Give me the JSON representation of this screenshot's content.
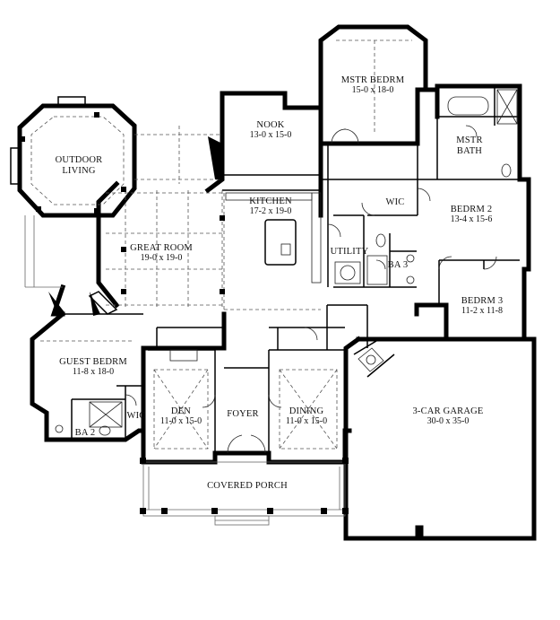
{
  "rooms": [
    {
      "id": "mstr-bedrm",
      "name": "MSTR BEDRM",
      "dims": "15-0 x 18-0"
    },
    {
      "id": "mstr-bath",
      "name_lines": [
        "MSTR",
        "BATH"
      ]
    },
    {
      "id": "nook",
      "name": "NOOK",
      "dims": "13-0 x 15-0"
    },
    {
      "id": "outdoor-living",
      "name_lines": [
        "OUTDOOR",
        "LIVING"
      ]
    },
    {
      "id": "kitchen",
      "name": "KITCHEN",
      "dims": "17-2 x 19-0"
    },
    {
      "id": "wic-master",
      "name": "WIC"
    },
    {
      "id": "bedrm-2",
      "name": "BEDRM 2",
      "dims": "13-4 x 15-6"
    },
    {
      "id": "great-room",
      "name": "GREAT ROOM",
      "dims": "19-0 x 19-0"
    },
    {
      "id": "utility",
      "name": "UTILITY"
    },
    {
      "id": "ba-3",
      "name": "BA 3"
    },
    {
      "id": "bedrm-3",
      "name": "BEDRM 3",
      "dims": "11-2 x 11-8"
    },
    {
      "id": "guest-bedrm",
      "name": "GUEST BEDRM",
      "dims": "11-8 x 18-0"
    },
    {
      "id": "garage",
      "name": "3-CAR GARAGE",
      "dims": "30-0 x 35-0"
    },
    {
      "id": "den",
      "name": "DEN",
      "dims": "11-0 x 15-0"
    },
    {
      "id": "foyer",
      "name": "FOYER"
    },
    {
      "id": "dining",
      "name": "DINING",
      "dims": "11-0 x 15-0"
    },
    {
      "id": "wic-guest",
      "name": "WIC"
    },
    {
      "id": "ba-2",
      "name": "BA 2"
    },
    {
      "id": "covered-porch",
      "name": "COVERED PORCH"
    }
  ]
}
